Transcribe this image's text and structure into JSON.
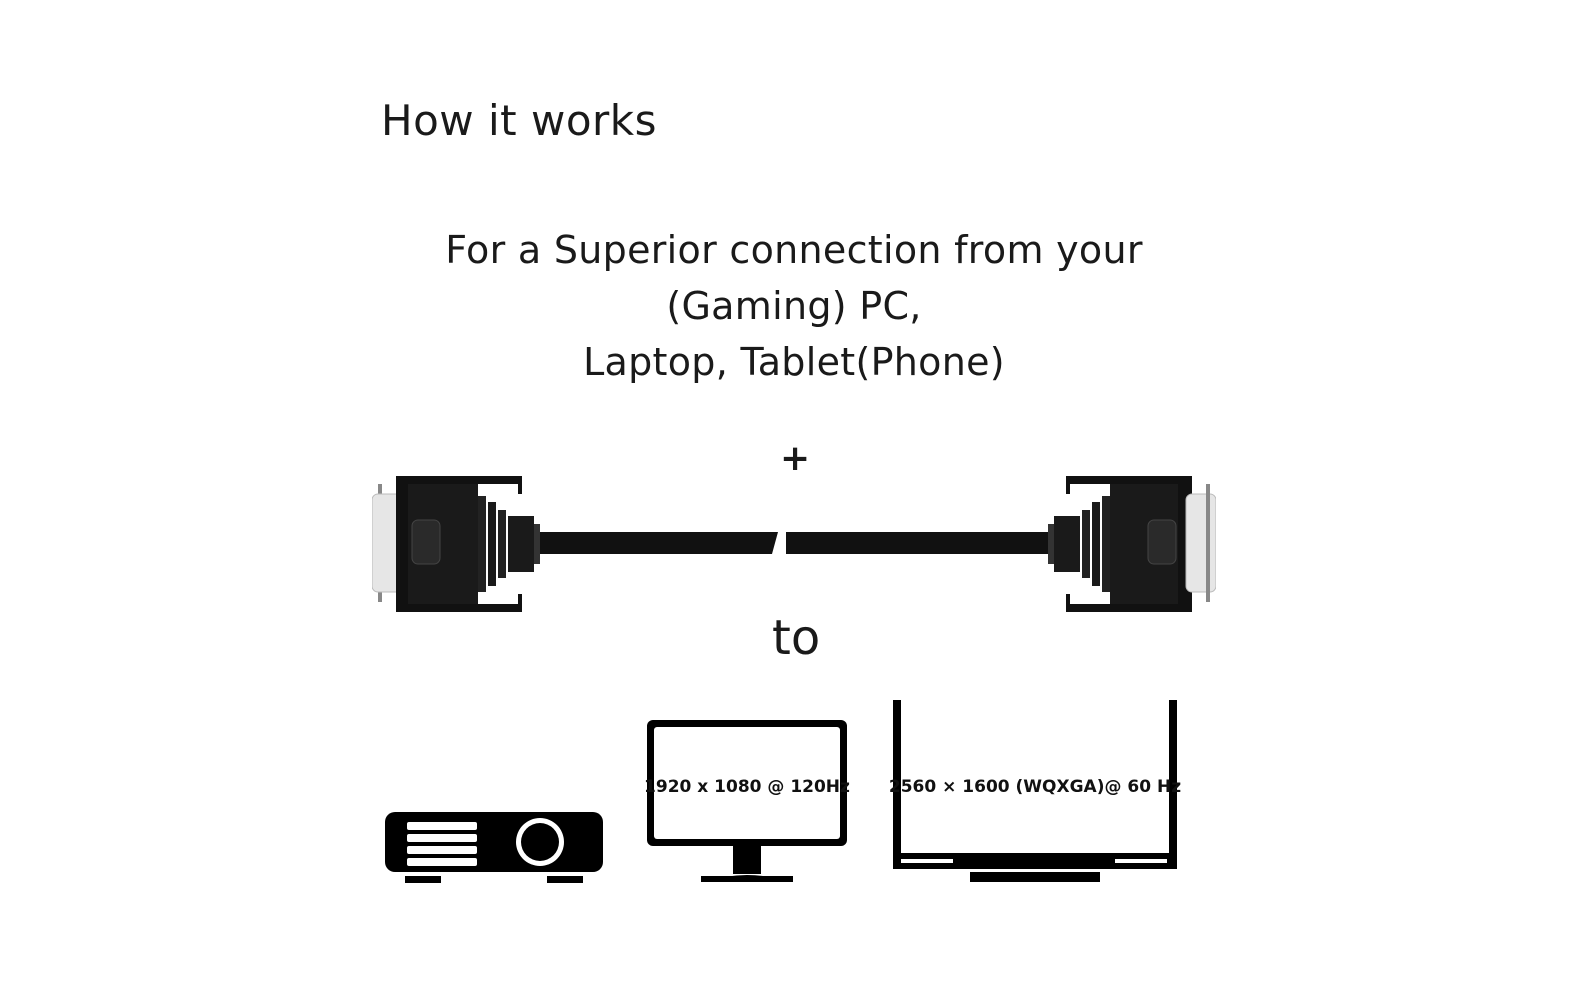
{
  "title": "How it works",
  "subtitle": {
    "line1": "For a Superior connection from your",
    "line2": "(Gaming) PC,",
    "line3": "Laptop, Tablet(Phone)"
  },
  "plus_symbol": "+",
  "to_label": "to",
  "icons": {
    "cable": "dvi-cable-icon",
    "projector": "projector-icon",
    "monitor": "monitor-icon",
    "display": "large-display-icon"
  },
  "devices": {
    "monitor_resolution": "1920 x 1080 @ 120Hz",
    "display_resolution": "2560 × 1600 (WQXGA)@ 60 Hz"
  },
  "colors": {
    "connector_black": "#111111",
    "connector_metal": "#e6e6e6",
    "text": "#1a1a1a"
  }
}
